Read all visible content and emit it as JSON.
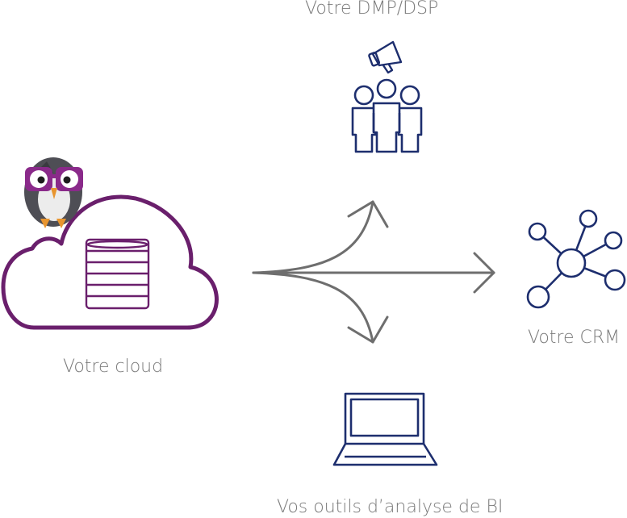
{
  "labels": {
    "dmp_dsp": "Votre DMP/DSP",
    "cloud": "Votre cloud",
    "crm": "Votre CRM",
    "bi_tools": "Vos outils d’analyse de BI"
  },
  "colors": {
    "cloud_outline": "#6a1f6c",
    "icon_navy": "#1d2e6e",
    "arrow_gray": "#6e6e6e",
    "label_gray": "#7a7a7a",
    "owl_glasses": "#8a2a8a",
    "owl_body": "#4e4e55",
    "owl_feet": "#e8952f"
  },
  "icons": {
    "cloud": "cloud-database-icon",
    "mascot": "owl-mascot-icon",
    "dmp": "audience-megaphone-icon",
    "crm": "network-nodes-icon",
    "bi": "laptop-icon"
  }
}
